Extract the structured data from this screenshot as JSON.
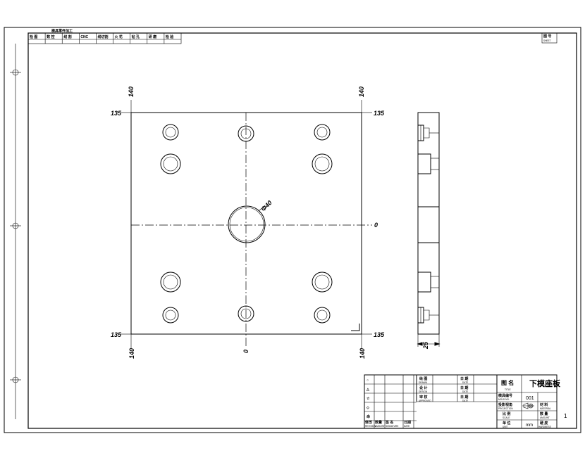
{
  "top_table": {
    "caption": "模具零件加工",
    "headers": [
      "检 图",
      "数 控",
      "线 割",
      "CNC",
      "线切割",
      "火 花",
      "钻 孔",
      "研 磨",
      "检 验"
    ]
  },
  "sheet_box": {
    "label": "图 号",
    "sub": "SHEET"
  },
  "plan_view": {
    "dims": {
      "top_left": "140",
      "top_right": "140",
      "bottom_left": "140",
      "bottom_right": "140",
      "left_top": "135",
      "left_bottom": "135",
      "right_top": "135",
      "right_bottom": "135",
      "center_right": "0",
      "center_bottom": "0",
      "hole_dia": "Φ40"
    }
  },
  "side_view": {
    "thickness": "25"
  },
  "title_block": {
    "rev_symbols": [
      "○",
      "△",
      "☆",
      "◇",
      "命"
    ],
    "rev_footer": [
      {
        "main": "修改",
        "sub": "REVISION"
      },
      {
        "main": "数量",
        "sub": "AMOUNT"
      },
      {
        "main": "签 名",
        "sub": "SIGNATURE"
      },
      {
        "main": "日期",
        "sub": "DATE"
      }
    ],
    "people": [
      {
        "main": "绘 图",
        "sub": "DRAWN"
      },
      {
        "main": "设 计",
        "sub": "DESIGN"
      },
      {
        "main": "审 核",
        "sub": "APPROVED"
      }
    ],
    "dates": [
      {
        "main": "日 期",
        "sub": "DATE"
      },
      {
        "main": "日 期",
        "sub": "DATE"
      },
      {
        "main": "日 期",
        "sub": "DATE"
      }
    ],
    "title_label": {
      "main": "图 名",
      "sub": "TITLE"
    },
    "title_value": "下模座板",
    "mold_no_label": {
      "main": "模具编号",
      "sub": "MOLD NO."
    },
    "mold_no_value": "001",
    "projection_label": {
      "main": "投影视角",
      "sub": "PROJECTION"
    },
    "material_label": {
      "main": "材 料",
      "sub": "MATERIAL"
    },
    "scale_label": {
      "main": "比 例",
      "sub": "SCALE"
    },
    "amount_label": {
      "main": "数 量",
      "sub": "AMOUNT"
    },
    "amount_value": "1",
    "unit_label": {
      "main": "单 位",
      "sub": "UNIT"
    },
    "unit_value": "mm",
    "hardness_label": {
      "main": "硬 度",
      "sub": "HARDNESS"
    }
  }
}
